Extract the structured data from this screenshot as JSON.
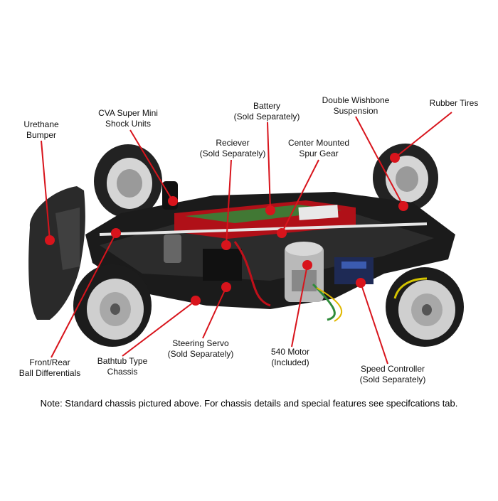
{
  "colors": {
    "callout": "#d8141c",
    "chassis": "#1b1b1b",
    "tire": "#222222",
    "wheel_rim": "#c9c9c9",
    "battery_red": "#c0101a",
    "battery_green": "#2e8b3a",
    "motor_silver": "#b9b9b9"
  },
  "labels": {
    "urethane_bumper": [
      "Urethane",
      "Bumper"
    ],
    "cva_shocks": [
      "CVA Super Mini",
      "Shock Units"
    ],
    "battery": [
      "Battery",
      "(Sold Separately)"
    ],
    "double_wishbone": [
      "Double Wishbone",
      "Suspension"
    ],
    "rubber_tires": [
      "Rubber Tires"
    ],
    "receiver": [
      "Reciever",
      "(Sold Separately)"
    ],
    "spur_gear": [
      "Center Mounted",
      "Spur Gear"
    ],
    "differentials": [
      "Front/Rear",
      "Ball Differentials"
    ],
    "bathtub_chassis": [
      "Bathtub Type",
      "Chassis"
    ],
    "steering_servo": [
      "Steering Servo",
      "(Sold Separately)"
    ],
    "motor_540": [
      "540 Motor",
      "(Included)"
    ],
    "speed_controller": [
      "Speed Controller",
      "(Sold Separately)"
    ]
  },
  "note": "Note: Standard chassis pictured above. For chassis details and special features see specifcations tab."
}
